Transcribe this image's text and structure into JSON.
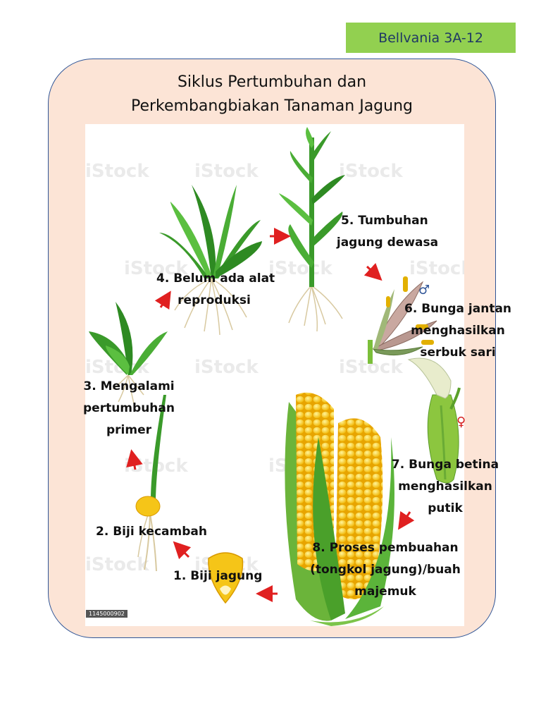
{
  "name_tag": "Bellvania 3A-12",
  "title": {
    "line1": "Siklus Pertumbuhan dan",
    "line2": "Perkembangbiakan Tanaman Jagung"
  },
  "watermark": "iStock",
  "stock_id": "1145000902",
  "stages": [
    {
      "lines": [
        "1. Biji jagung"
      ]
    },
    {
      "lines": [
        "2. Biji kecambah"
      ]
    },
    {
      "lines": [
        "3. Mengalami",
        "pertumbuhan",
        "primer"
      ]
    },
    {
      "lines": [
        "4. Belum ada alat",
        "reproduksi"
      ]
    },
    {
      "lines": [
        "5. Tumbuhan",
        "jagung dewasa"
      ]
    },
    {
      "lines": [
        "6. Bunga jantan",
        "menghasilkan",
        "serbuk sari"
      ]
    },
    {
      "lines": [
        "7. Bunga betina",
        "menghasilkan",
        "putik"
      ]
    },
    {
      "lines": [
        "8. Proses pembuahan",
        "(tongkol jagung)/buah",
        "majemuk"
      ]
    }
  ],
  "symbols": {
    "male": "♂",
    "female": "♀"
  },
  "colors": {
    "card": "#fce4d6",
    "border": "#2f5597",
    "tag": "#92d050",
    "tag_text": "#1f3864",
    "arrow": "#e02020",
    "leaf": "#3a9a2a",
    "kernel": "#f5c518"
  }
}
